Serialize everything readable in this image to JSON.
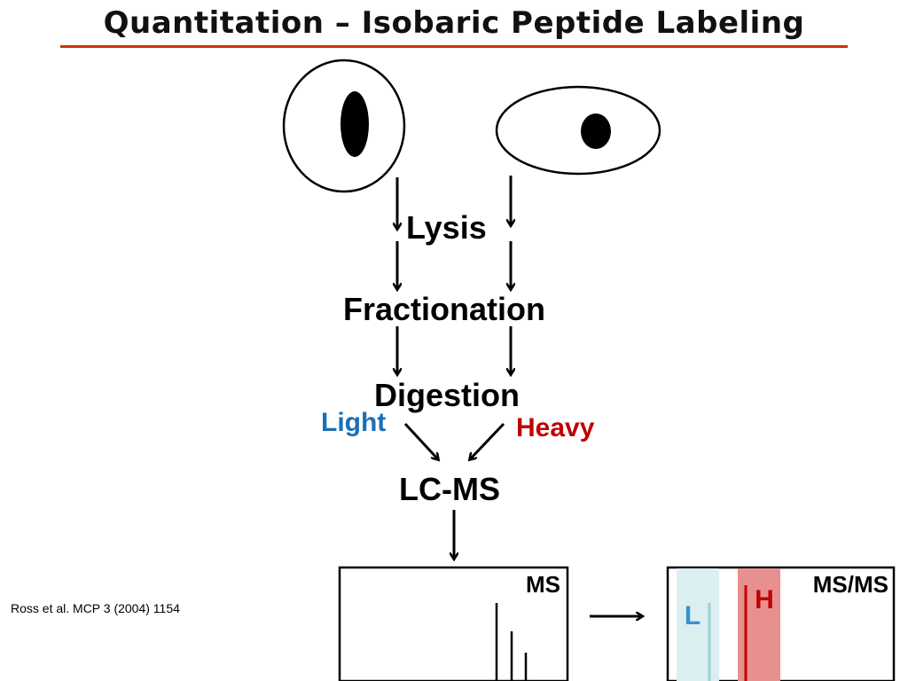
{
  "title": "Quantitation – Isobaric Peptide Labeling",
  "steps": {
    "lysis": "Lysis",
    "fractionation": "Fractionation",
    "digestion": "Digestion",
    "lcms": "LC-MS"
  },
  "labels": {
    "light": "Light",
    "heavy": "Heavy"
  },
  "panels": {
    "ms": "MS",
    "msms": "MS/MS",
    "light_marker": "L",
    "heavy_marker": "H"
  },
  "citation": "Ross et al. MCP 3 (2004) 1154",
  "colors": {
    "title_rule": "#cc3300",
    "light": "#1a6fb5",
    "heavy": "#c00000",
    "light_band": "#dbeff0",
    "heavy_band": "#e89090"
  }
}
